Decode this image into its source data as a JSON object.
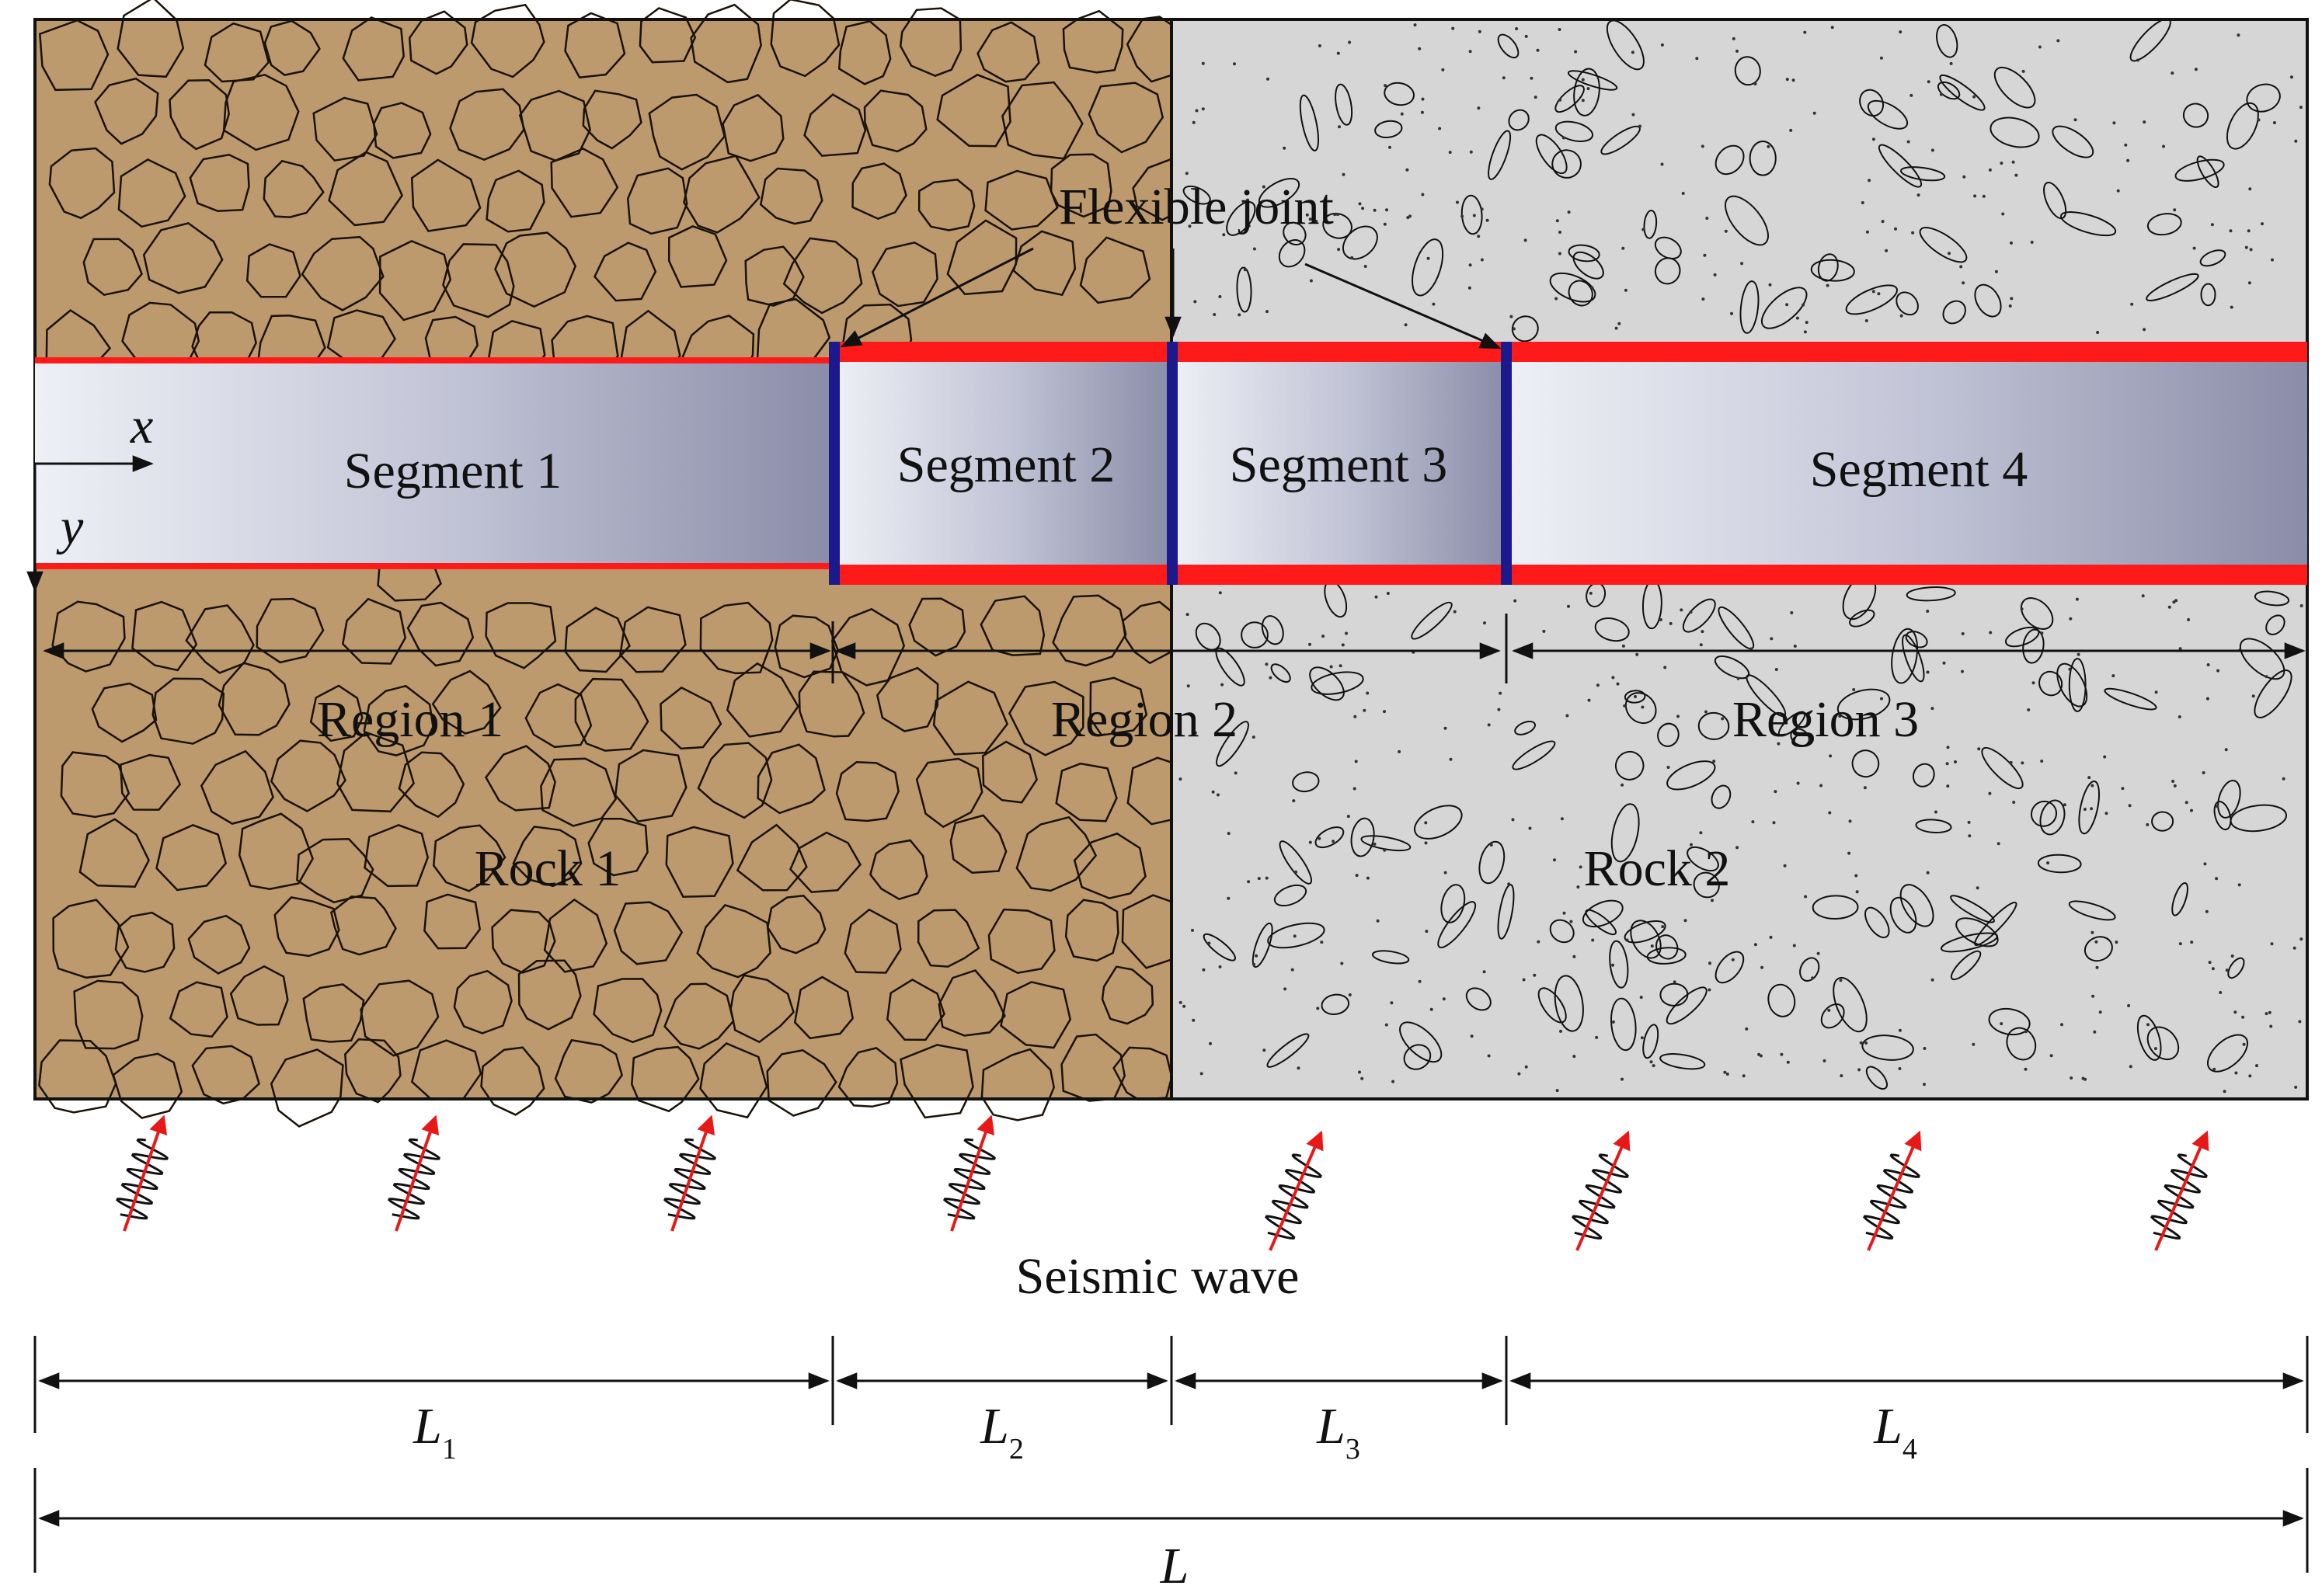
{
  "rocks": {
    "rock1": "Rock 1",
    "rock2": "Rock 2"
  },
  "segments": [
    "Segment 1",
    "Segment 2",
    "Segment 3",
    "Segment 4"
  ],
  "regions": [
    "Region 1",
    "Region 2",
    "Region 3"
  ],
  "annotations": {
    "flexible_joint": "Flexible joint",
    "seismic_wave": "Seismic wave"
  },
  "axes": {
    "x": "x",
    "y": "y"
  },
  "lengths": {
    "L1": {
      "main": "L",
      "sub": "1"
    },
    "L2": {
      "main": "L",
      "sub": "2"
    },
    "L3": {
      "main": "L",
      "sub": "3"
    },
    "L4": {
      "main": "L",
      "sub": "4"
    },
    "total": "L"
  },
  "colors": {
    "rock1_fill": "#bc9a6e",
    "rock2_fill": "#d6d6d6",
    "lining_red": "#ff1a1a",
    "joint_blue": "#1a1a8c",
    "tunnel_light": "#eceef4",
    "tunnel_dark": "#8c8faa",
    "wave_red": "#e81818"
  }
}
